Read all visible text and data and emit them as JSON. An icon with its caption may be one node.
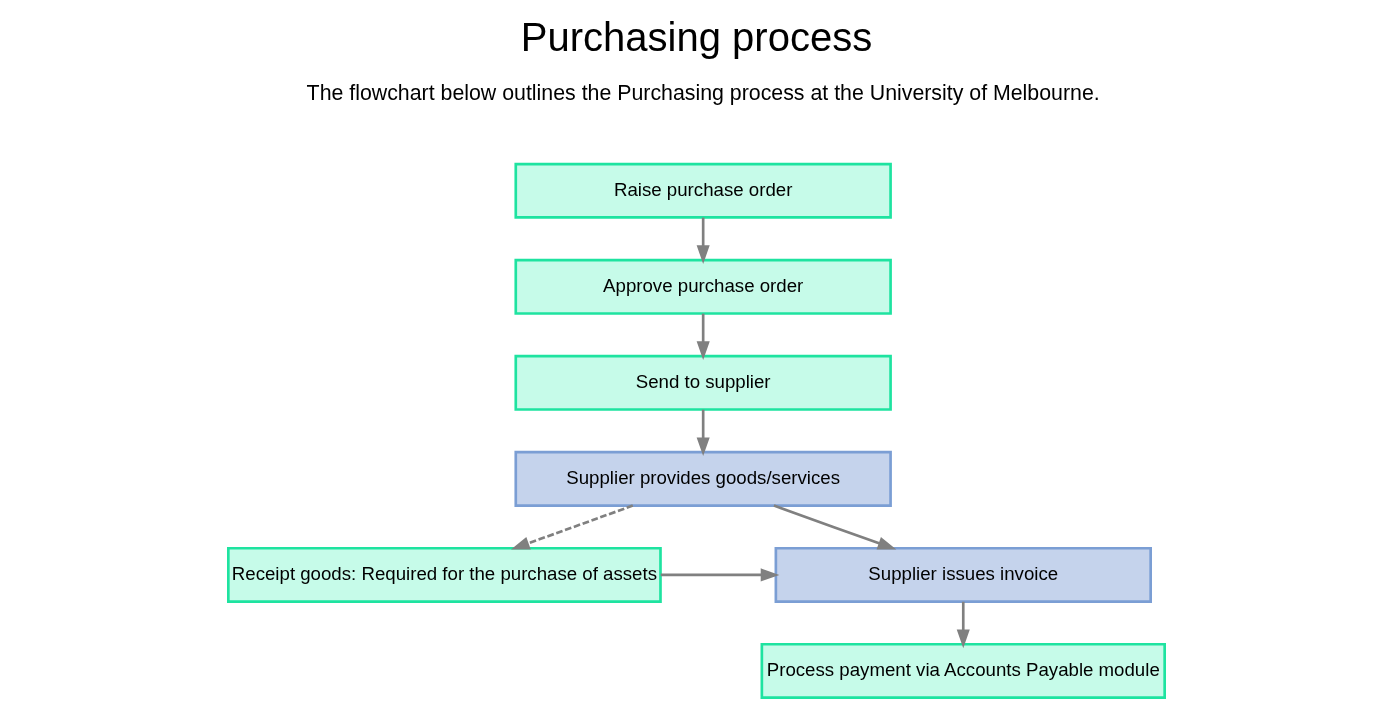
{
  "diagram": {
    "title": "Purchasing process",
    "nodes": [
      {
        "text": [
          "Raise purchase order"
        ]
      },
      {
        "text": [
          "Approve purchase order"
        ]
      },
      {
        "text": [
          "Send to supplier"
        ]
      },
      {
        "text": [
          "Supplier provides goods/services"
        ]
      },
      {
        "text": [
          "Supplier issues invoice"
        ]
      },
      {
        "text": [
          "Process payment via Accounts Payable module"
        ]
      },
      {
        "text": [
          "Receipt goods: Required for the purchase of assets"
        ]
      }
    ],
    "edges": [
      {
        "from": 0,
        "to": 1,
        "arrow": "to"
      },
      {
        "from": 1,
        "to": 2,
        "arrow": "to"
      },
      {
        "from": 2,
        "to": 3,
        "arrow": "to"
      },
      {
        "from": 3,
        "to": 6,
        "arrow": "to",
        "style": "dashed"
      },
      {
        "from": 3,
        "to": 4,
        "arrow": "to"
      },
      {
        "from": 6,
        "to": 4,
        "arrow": "to"
      },
      {
        "from": 4,
        "to": 5,
        "arrow": "to"
      }
    ],
    "labels": [
      "The flowchart below outlines the Purchasing process at the University of Melbourne."
    ]
  }
}
